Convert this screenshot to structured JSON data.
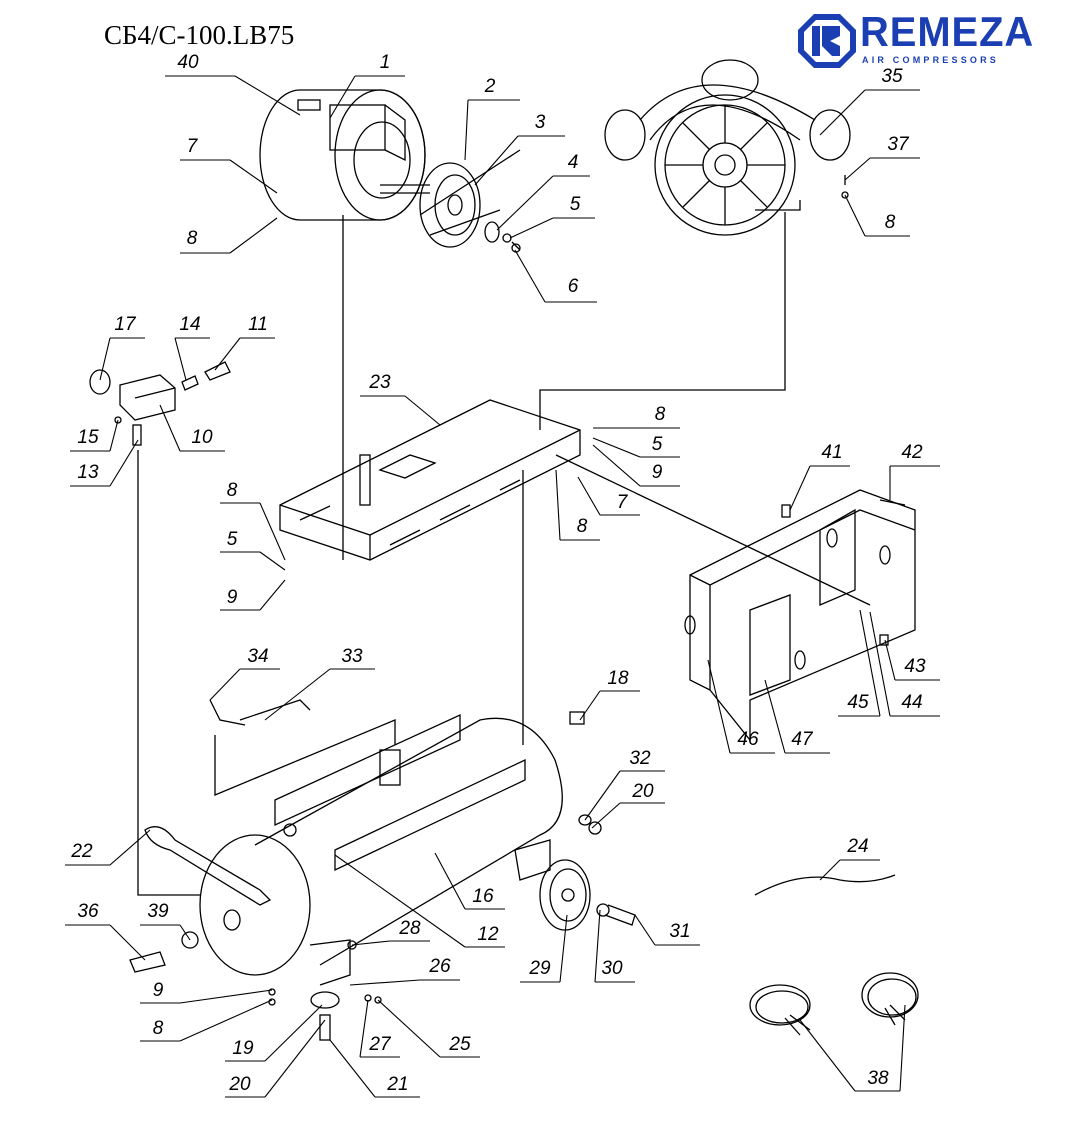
{
  "title": "СБ4/С-100.LB75",
  "logo": {
    "name": "REMEZA",
    "tagline": "AIR COMPRESSORS",
    "color": "#1b3fb3"
  },
  "callouts": [
    "40",
    "1",
    "2",
    "3",
    "4",
    "5",
    "6",
    "7",
    "8",
    "35",
    "37",
    "8",
    "17",
    "14",
    "11",
    "15",
    "10",
    "13",
    "23",
    "8",
    "5",
    "9",
    "7",
    "8",
    "8",
    "5",
    "9",
    "41",
    "42",
    "43",
    "45",
    "44",
    "46",
    "47",
    "34",
    "33",
    "18",
    "32",
    "20",
    "22",
    "24",
    "16",
    "12",
    "28",
    "31",
    "36",
    "39",
    "26",
    "29",
    "30",
    "9",
    "8",
    "27",
    "25",
    "19",
    "20",
    "21",
    "38"
  ]
}
